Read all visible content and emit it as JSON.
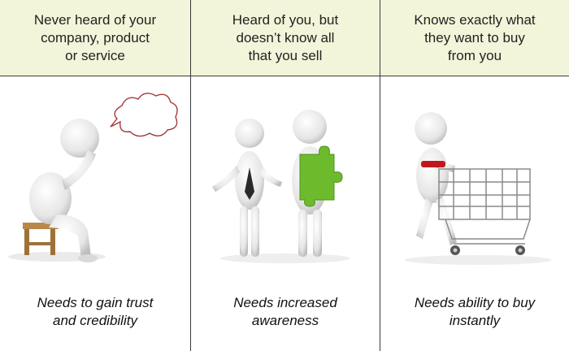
{
  "columns": [
    {
      "header": "Never heard of your\ncompany, product\nor service",
      "caption": "Needs to gain trust\nand credibility",
      "icon": "thinking-person-icon"
    },
    {
      "header": "Heard of you, but\ndoesn’t  know  all\nthat you sell",
      "caption": "Needs  increased\nawareness",
      "icon": "person-with-puzzle-piece-icon"
    },
    {
      "header": "Knows exactly what\nthey want to buy\nfrom you",
      "caption": "Needs ability to buy\ninstantly",
      "icon": "person-with-shopping-cart-icon"
    }
  ],
  "colors": {
    "header_bg": "#f2f5d9",
    "puzzle_green": "#6dbb2c",
    "bubble_outline": "#a33a3a",
    "cart_handle": "#c0161c"
  }
}
